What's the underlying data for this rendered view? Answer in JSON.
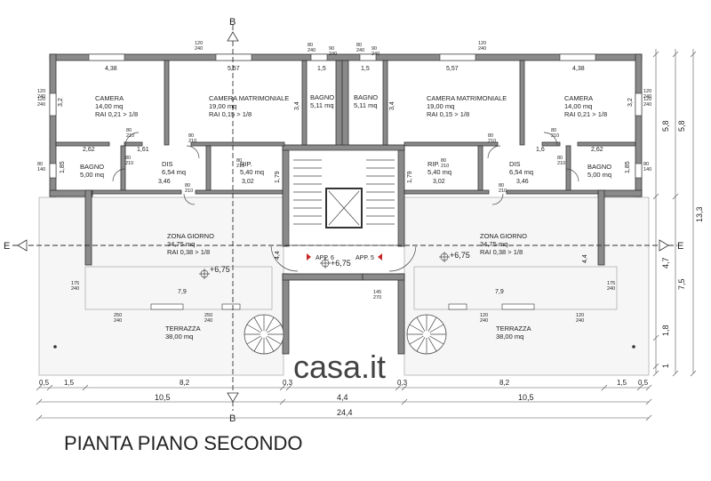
{
  "title": "PIANTA PIANO SECONDO",
  "section_markers": {
    "b": "B",
    "e": "E"
  },
  "rooms_left": {
    "camera": {
      "name": "CAMERA",
      "area": "14,00 mq",
      "rai": "RAI 0,21 > 1/8"
    },
    "camera_matr": {
      "name": "CAMERA MATRIMONIALE",
      "area": "19,00 mq",
      "rai": "RAI 0,15 > 1/8"
    },
    "bagno_top": {
      "name": "BAGNO",
      "area": "5,11 mq"
    },
    "bagno": {
      "name": "BAGNO",
      "area": "5,00 mq"
    },
    "dis": {
      "name": "DIS",
      "area": "6,54 mq"
    },
    "rip": {
      "name": "RIP.",
      "area": "5,40 mq"
    },
    "zona_giorno": {
      "name": "ZONA GIORNO",
      "area": "34,75 mq",
      "rai": "RAI 0,38 > 1/8"
    },
    "terrazza": {
      "name": "TERRAZZA",
      "area": "38,00 mq"
    },
    "app": "APP. 6"
  },
  "rooms_right": {
    "camera": {
      "name": "CAMERA",
      "area": "14,00 mq",
      "rai": "RAI 0,21 > 1/8"
    },
    "camera_matr": {
      "name": "CAMERA MATRIMONIALE",
      "area": "19,00 mq",
      "rai": "RAI 0,15 > 1/8"
    },
    "bagno_top": {
      "name": "BAGNO",
      "area": "5,11 mq"
    },
    "bagno": {
      "name": "BAGNO",
      "area": "5,00 mq"
    },
    "dis": {
      "name": "DIS",
      "area": "6,54 mq"
    },
    "rip": {
      "name": "RIP.",
      "area": "5,40 mq"
    },
    "zona_giorno": {
      "name": "ZONA GIORNO",
      "area": "34,75 mq",
      "rai": "RAI 0,38 > 1/8"
    },
    "terrazza": {
      "name": "TERRAZZA",
      "area": "38,00 mq"
    },
    "app": "APP. 5"
  },
  "levels": [
    "+6,75",
    "+6,75",
    "+6,75"
  ],
  "internal_dims": {
    "left_top_a": "4,38",
    "left_top_b": "5,57",
    "left_top_c": "1,5",
    "right_top_a": "1,5",
    "right_top_b": "5,57",
    "right_top_c": "4,38",
    "left_262": "2,62",
    "right_262": "2,62",
    "left_346": "3,46",
    "right_346": "3,46",
    "left_302": "3,02",
    "right_302": "3,02",
    "left_79": "7,9",
    "right_79": "7,9",
    "v34_l": "3,4",
    "v34_r": "3,4",
    "v32_l": "3,2",
    "v32_r": "3,2",
    "v179_l": "1,79",
    "v179_r": "1,79",
    "v185_l": "1,85",
    "v185_r": "1,85",
    "v44_l": "4,4",
    "v44_r": "4,4",
    "d161": "1,61",
    "d16": "1,6"
  },
  "opening_labels": [
    "120\n240",
    "120\n240",
    "80\n240",
    "80\n240",
    "120\n240",
    "120\n240",
    "120\n240",
    "120\n240",
    "80\n140",
    "80\n140",
    "80\n210",
    "80\n210",
    "80\n210",
    "80\n210",
    "80\n210",
    "80\n210",
    "80\n210",
    "80\n210",
    "80\n210",
    "80\n210",
    "90\n240",
    "90\n240",
    "175\n240",
    "175\n240",
    "250\n240",
    "250\n240",
    "120\n240",
    "120\n240",
    "145\n270"
  ],
  "bottom_dims": {
    "row1": [
      "0,5",
      "1,5",
      "8,2",
      "0,3",
      "0,3",
      "8,2",
      "1,5",
      "0,5"
    ],
    "row2": [
      "10,5",
      "4,4",
      "10,5"
    ],
    "row3": [
      "24,4"
    ]
  },
  "right_dims": {
    "outer": "13,3",
    "mid": [
      "5,8",
      "7,5"
    ],
    "inner": [
      "5,8",
      "4,7",
      "1,8",
      "1"
    ]
  },
  "watermark": "casa.it"
}
